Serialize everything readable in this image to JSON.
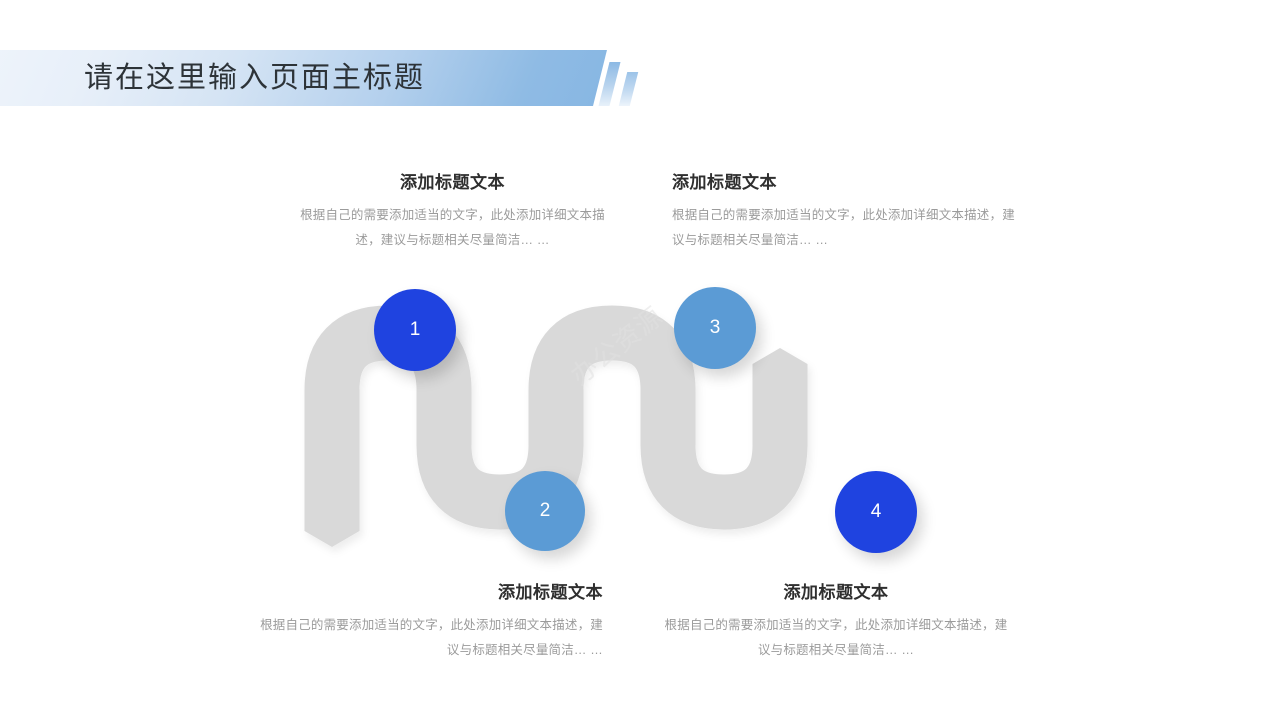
{
  "slide": {
    "title": "请在这里输入页面主标题",
    "background_color": "#ffffff",
    "watermark_text": "办公资源"
  },
  "banner": {
    "gradient_from": "#eef4fb",
    "gradient_to": "#88b7e3",
    "title_color": "#2d3338",
    "accent_bar_1_label": "accent-bar",
    "accent_bar_2_label": "accent-bar"
  },
  "wave": {
    "color": "#d9d9d9",
    "left_end_shape": "down-chevron",
    "right_end_shape": "up-chevron"
  },
  "steps": [
    {
      "number": "1",
      "color": "#1f43e0",
      "title": "添加标题文本",
      "body": "根据自己的需要添加适当的文字，此处添加详细文本描述，建议与标题相关尽量简洁… …",
      "align": "center",
      "position": "top"
    },
    {
      "number": "2",
      "color": "#5b9bd5",
      "title": "添加标题文本",
      "body": "根据自己的需要添加适当的文字，此处添加详细文本描述，建议与标题相关尽量简洁… …",
      "align": "right",
      "position": "bottom"
    },
    {
      "number": "3",
      "color": "#5b9bd5",
      "title": "添加标题文本",
      "body": "根据自己的需要添加适当的文字，此处添加详细文本描述，建议与标题相关尽量简洁… …",
      "align": "left",
      "position": "top"
    },
    {
      "number": "4",
      "color": "#1f43e0",
      "title": "添加标题文本",
      "body": "根据自己的需要添加适当的文字，此处添加详细文本描述，建议与标题相关尽量简洁… …",
      "align": "center",
      "position": "bottom"
    }
  ]
}
